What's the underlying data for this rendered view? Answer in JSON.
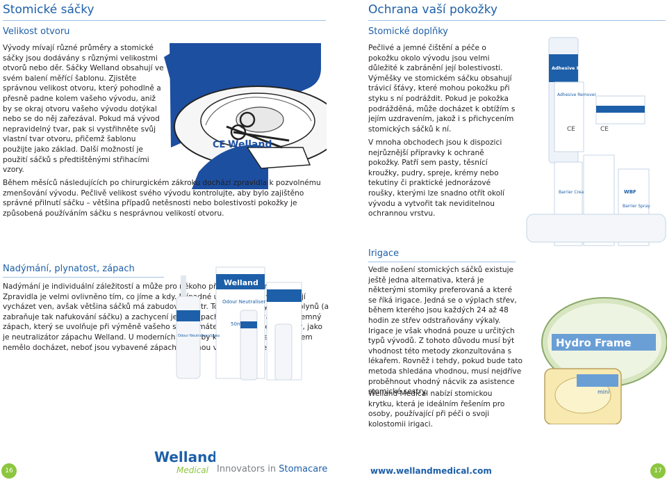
{
  "left": {
    "title": "Stomické sáčky",
    "subtitle": "Velikost otvoru",
    "para1": "Vývody mívají různé průměry a stomické sáčky jsou dodávány s různými velikostmi otvorů nebo děr. Sáčky Welland obsahují ve svém balení měřící šablonu. Zjistěte správnou velikost otvoru, který pohodlně a přesně padne kolem vašeho vývodu, aniž by se okraj otvoru vašeho vývodu dotýkal nebo se do něj zařezával. Pokud má vývod nepravidelný tvar, pak si vystřihněte svůj vlastní tvar otvoru, přičemž šablonu použijte jako základ. Další možností je použití sáčků s předtištěnými střihacími vzory.",
    "para2": "Během měsíců následujících po chirurgickém zákroku dochází zpravidla k pozvolnému zmenšování vývodu. Pečlivě velikost svého vývodu kontrolujte, aby bylo zajištěno správné přilnutí sáčku – většina případů netěsnosti nebo bolestivosti pokožky je způsobená používáním sáčku s nesprávnou velikostí otvoru.",
    "section2_title": "Nadýmání, plynatost, zápach",
    "para3": "Nadýmání je individuální záležitostí a může pro někoho představovat problém. Zpravidla je velmi ovlivněno tím, co jíme a kdy. Případné uvolňované plyny musejí vycházet ven, avšak většina sáčků má zabudovaný filtr. To umožňuje vycházení plynů (a zabraňuje tak nafukování sáčku) a zachycení jejich zápachu. Pokud je vám nepříjemný zápach, který se uvolňuje při výměně vašeho sáčku, máte k dispozici deodoranty, jako je neutralizátor zápachu Welland. U moderních sáčků by k problémům se zápachem nemělo docházet, neboť jsou vybavené zápachuodolnou vrstvou a filtrem."
  },
  "right": {
    "title": "Ochrana vaší pokožky",
    "subtitle": "Stomické doplňky",
    "para1": "Pečlivé a jemné čištění a péče o pokožku okolo vývodu jsou velmi důležité k zabránění její bolestivosti. Výměšky ve stomickém sáčku obsahují trávicí šťávy, které mohou pokožku při styku s ní podráždit. Pokud je pokožka podrážděná, může docházet k obtížím s jejím uzdravením, jakož i s přichycením stomických sáčků k ní.",
    "para2": "V mnoha obchodech jsou k dispozici nejrůznější přípravky k ochraně pokožky. Patří sem pasty, těsnící kroužky, pudry, spreje, krémy nebo tekutiny či praktické jednorázové roušky, kterými lze snadno otřít okolí vývodu a vytvořit tak neviditelnou ochrannou vrstvu.",
    "section2_title": "Irigace",
    "para3": "Vedle nošení stomických sáčků existuje ještě jedna alternativa, která je některými stomiky preferovaná a které se říká irigace. Jedná se o výplach střev, během kterého jsou každých 24 až 48 hodin ze střev odstraňovány výkaly. Irigace je však vhodná pouze u určitých typů vývodů. Z tohoto důvodu musí být vhodnost této metody zkonzultována s lékařem. Rovněž i tehdy, pokud bude tato metoda shledána vhodnou, musí nejdříve proběhnout vhodný nácvik za asistence stomické sestry.",
    "para4": "Welland Medical nabízí stomickou krytku, která je ideálním řešením pro osoby, používající při péči o svoji kolostomii irigaci."
  },
  "product_labels": {
    "welland": "Welland",
    "spray_small": "Odour Neutraliser Spray",
    "spray_big": "Odour Neutraliser Spray",
    "spray_vol": "50ml",
    "adhesive": "Adhesive Remover",
    "barrier_cream": "Barrier Cream",
    "barrier_spray": "Barrier Spray",
    "hydroframe": "Hydro Frame",
    "mini": "mini",
    "wbf": "WBF"
  },
  "footer": {
    "page_left": "16",
    "page_right": "17",
    "logo_main": "Welland",
    "logo_sub": "Medical",
    "tagline_prefix": "Innovators in ",
    "tagline_bold": "Stomacare",
    "url": "www.wellandmedical.com"
  },
  "colors": {
    "heading": "#1d5fa8",
    "accent_green": "#8cc63f",
    "body_text": "#231f20"
  }
}
